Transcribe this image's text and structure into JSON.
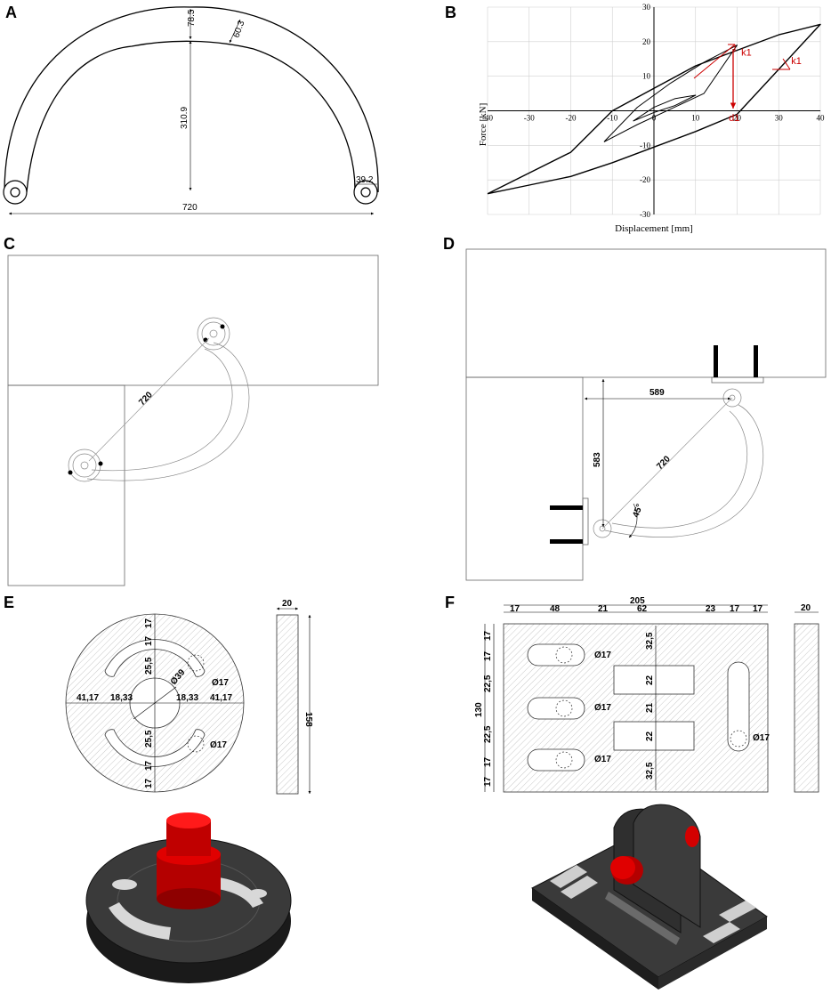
{
  "panels": {
    "a": "A",
    "b": "B",
    "c": "C",
    "d": "D",
    "e": "E",
    "f": "F"
  },
  "panel_a": {
    "dims": [
      "78.5",
      "60.3",
      "310.9",
      "39.2",
      "720"
    ]
  },
  "chart_data": {
    "type": "line",
    "xlabel": "Displacement [mm]",
    "ylabel": "Force [kN]",
    "xlim": [
      -40,
      40
    ],
    "ylim": [
      -30,
      30
    ],
    "x_ticks": [
      -40,
      -30,
      -20,
      -10,
      0,
      10,
      20,
      30,
      40
    ],
    "y_ticks": [
      -30,
      -20,
      -10,
      0,
      10,
      20,
      30
    ],
    "grid": true,
    "series": [
      {
        "x": [
          -40,
          -30,
          -20,
          -10,
          0,
          10,
          20,
          30,
          40,
          30,
          20,
          10,
          0,
          -10,
          -20,
          -30,
          -40
        ],
        "y": [
          -24,
          -21.5,
          -19,
          -15,
          -10.5,
          -6,
          -1,
          12,
          25,
          22,
          17.5,
          13,
          6.5,
          0,
          -12,
          -18,
          -24
        ]
      },
      {
        "x": [
          -12,
          -4,
          4,
          12,
          20,
          12,
          4,
          -4,
          -12
        ],
        "y": [
          -9,
          -4,
          0.5,
          5,
          19,
          14,
          8,
          1,
          -9
        ]
      },
      {
        "x": [
          -5,
          0,
          5,
          10,
          5,
          0,
          -5
        ],
        "y": [
          -3,
          -0.5,
          1.5,
          4.5,
          3.5,
          1,
          -3
        ]
      }
    ],
    "annotations": [
      {
        "text": "k1",
        "x": 21,
        "y": 16
      },
      {
        "text": "k1",
        "x": 33,
        "y": 13.5
      },
      {
        "text": "d1",
        "x": 18,
        "y": -3
      }
    ]
  },
  "panel_c": {
    "dims": [
      "720"
    ]
  },
  "panel_d": {
    "dims": [
      "589",
      "583",
      "720",
      "45°"
    ]
  },
  "panel_e": {
    "dims": [
      "17",
      "17",
      "25,5",
      "Ø39",
      "Ø17",
      "41,17",
      "18,33",
      "18,33",
      "41,17",
      "25,5",
      "Ø17",
      "17",
      "17",
      "20",
      "158"
    ]
  },
  "panel_f": {
    "top_dims": [
      "205",
      "17",
      "48",
      "21",
      "62",
      "23",
      "17",
      "17"
    ],
    "left_dims": [
      "17",
      "17",
      "22,5",
      "130",
      "22,5",
      "17",
      "17"
    ],
    "inner_dims": [
      "32,5",
      "22",
      "21",
      "22",
      "32,5"
    ],
    "holes": [
      "Ø17",
      "Ø17",
      "Ø17",
      "Ø17"
    ],
    "side_dim": "20"
  },
  "colors": {
    "pin": "#d40000",
    "plate": "#2b2b2b",
    "annotation": "#cc0000"
  }
}
